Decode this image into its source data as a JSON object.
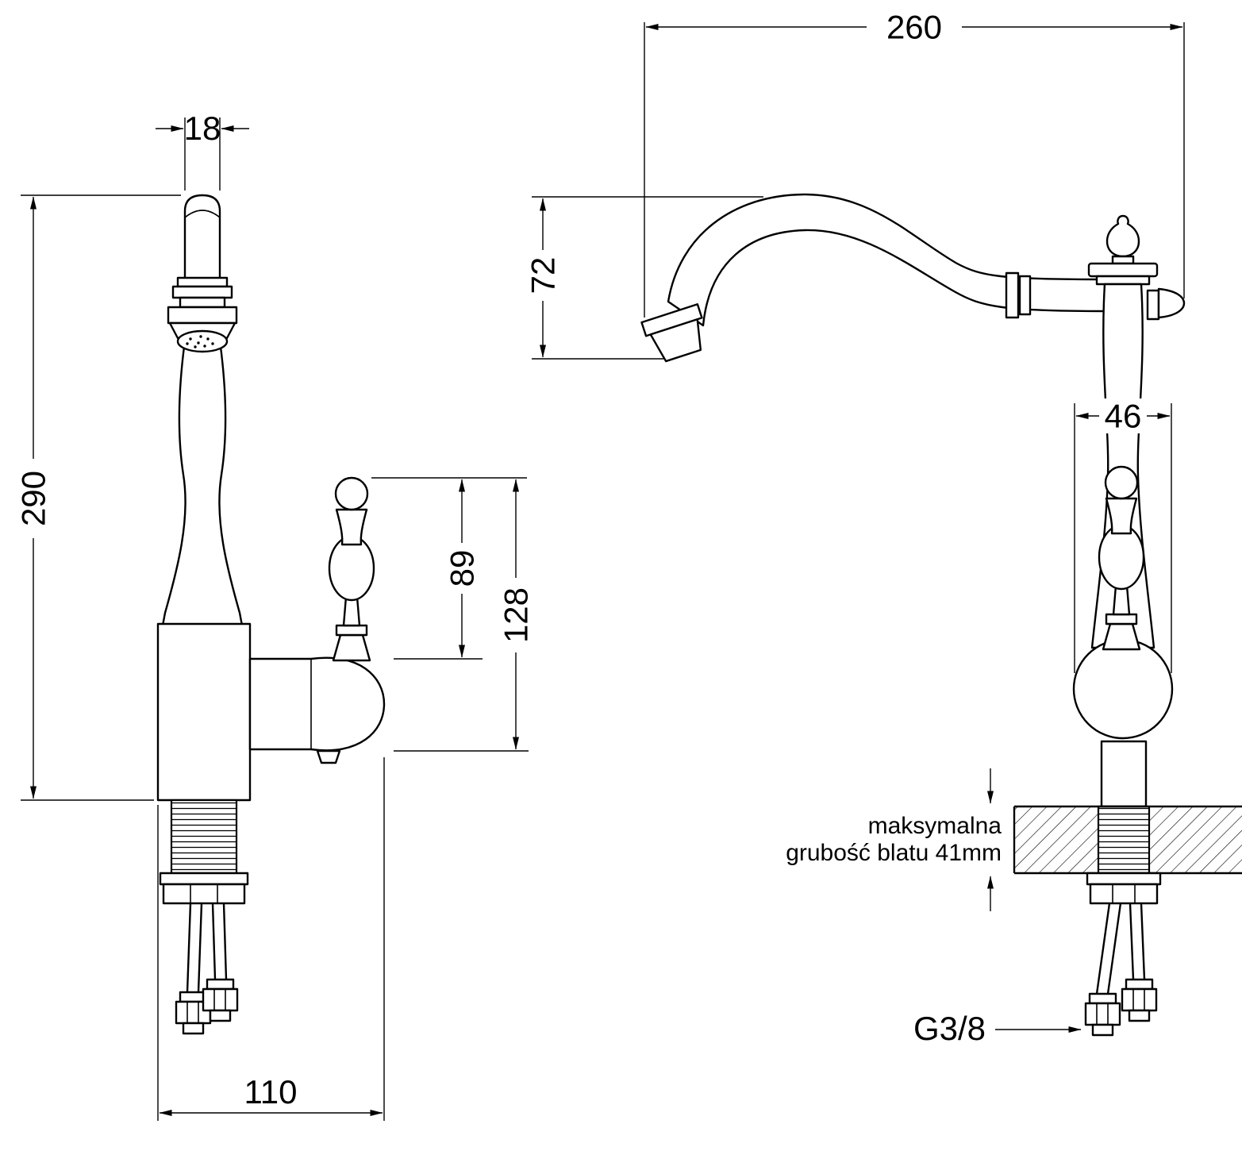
{
  "front_view": {
    "dim_spout_width": "18",
    "dim_total_height": "290",
    "dim_handle_mid": "89",
    "dim_handle_top": "128",
    "dim_base_width": "110"
  },
  "side_view": {
    "dim_reach": "260",
    "dim_spout_drop": "72",
    "dim_body_width": "46",
    "note_line1": "maksymalna",
    "note_line2": "grubość blatu 41mm",
    "thread_size": "G3/8"
  },
  "colors": {
    "line": "#000000",
    "background": "#ffffff"
  }
}
